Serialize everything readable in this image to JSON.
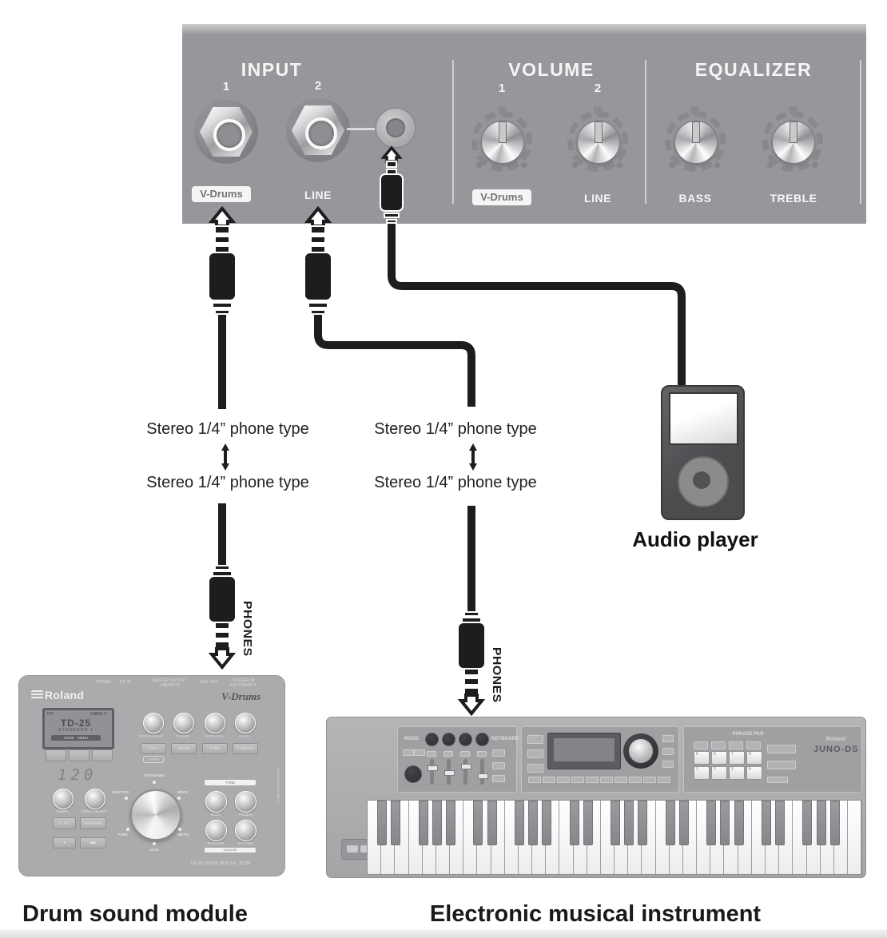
{
  "amplifier_panel": {
    "input": {
      "title": "INPUT",
      "jack1_number": "1",
      "jack2_number": "2",
      "jack1_badge": "V-Drums",
      "jack2_label": "LINE"
    },
    "volume": {
      "title": "VOLUME",
      "knob1_number": "1",
      "knob2_number": "2",
      "knob1_badge": "V-Drums",
      "knob2_label": "LINE"
    },
    "equalizer": {
      "title": "EQUALIZER",
      "knob1_label": "BASS",
      "knob2_label": "TREBLE"
    }
  },
  "cables": {
    "left": {
      "upper_label": "Stereo 1/4” phone type",
      "lower_label": "Stereo 1/4” phone type",
      "plug_caption": "PHONES"
    },
    "middle": {
      "upper_label": "Stereo 1/4” phone type",
      "lower_label": "Stereo 1/4” phone type",
      "plug_caption": "PHONES"
    }
  },
  "audio_player": {
    "caption": "Audio player"
  },
  "captions": {
    "drum_module": "Drum sound module",
    "keyboard": "Electronic musical instrument"
  },
  "drum_module": {
    "brand": "Roland",
    "series": "V-Drums",
    "rear_labels": {
      "power": "POWER",
      "dc_in": "DC IN",
      "master_output": "MASTER OUTPUT",
      "master_jacks": "L/MONO   R",
      "midi_out": "MIDI OUT",
      "trigger_in": "TRIGGER IN",
      "trigger_jacks": "AUX   CRASH 2"
    },
    "display": {
      "kit": "KIT",
      "top_right": "CHICK  3",
      "model": "TD-25",
      "preset": "STANDARD 1",
      "menu_left": "SONG",
      "menu_right": "MENU"
    },
    "tempo_value": "120",
    "knob_labels": [
      "INSTRUMENT",
      "TUNING",
      "MUFFLING",
      "LEVEL"
    ],
    "pad_buttons": [
      "KICK",
      "SNARE",
      "TOMS",
      "CYMBALS"
    ],
    "enter_label": "ENTER",
    "tempo_label": "TEMPO",
    "song_select_label": "SONG SELECT",
    "click_label": "CLICK",
    "usb_song_label": "USB SONG",
    "record_label": "●",
    "stop_play_label": "■/▶",
    "genres": [
      "STANDARD",
      "ELECTRO",
      "ROCK",
      "FUNK",
      "METAL",
      "JAZZ"
    ],
    "tone_label": "TONE",
    "volume_label": "VOLUME",
    "tone_knobs": [
      "BASS",
      "TREBLE"
    ],
    "volume_knobs": [
      "BACKING",
      "MASTER"
    ],
    "side_label": "PHONES   AUDIO INPUT",
    "footer": "DRUM SOUND MODULE",
    "footer_model": "TD-25"
  },
  "keyboard": {
    "mode_label": "MODE",
    "keyboard_label": "KEYBOARD",
    "phrase_pad_label": "PHRASE PAD",
    "pad_numbers": [
      "5",
      "6",
      "7",
      "8",
      "1",
      "2",
      "3",
      "4"
    ],
    "brand": "Roland",
    "model": "JUNO-DS"
  },
  "colors": {
    "panel_gray": "#97979b",
    "cable_black": "#1d1d1f",
    "badge_bg": "#f5f5f6",
    "player_body": "#525255"
  }
}
